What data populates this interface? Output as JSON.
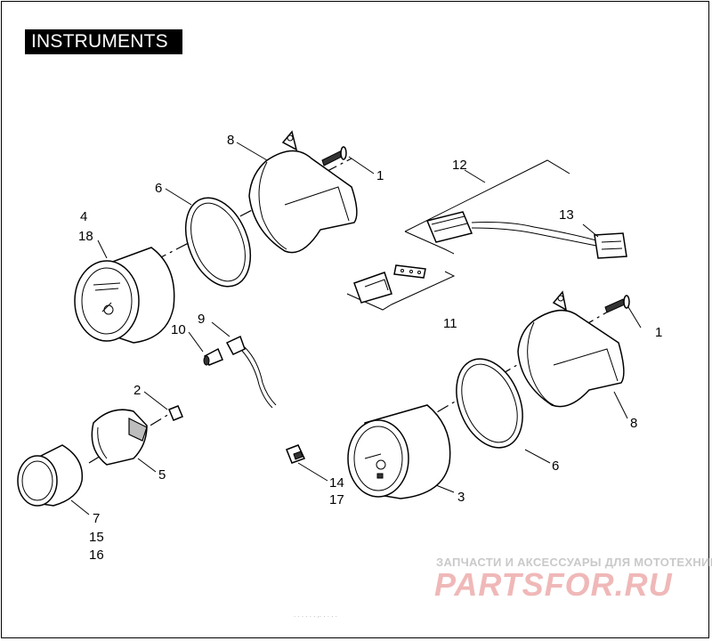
{
  "title": "INSTRUMENTS",
  "callouts": {
    "c1a": "1",
    "c1b": "1",
    "c2": "2",
    "c3": "3",
    "c4": "4",
    "c18": "18",
    "c5": "5",
    "c6a": "6",
    "c6b": "6",
    "c7": "7",
    "c15": "15",
    "c16": "16",
    "c8a": "8",
    "c8b": "8",
    "c9": "9",
    "c10": "10",
    "c11": "11",
    "c12": "12",
    "c13": "13",
    "c14": "14",
    "c17": "17"
  },
  "watermark": {
    "line1": "ЗАПЧАСТИ И АКСЕССУАРЫ ДЛЯ МОТОТЕХНИКИ",
    "line2": "PARTSFOR.RU"
  },
  "footer": ". . . . . . ,. . . . .",
  "colors": {
    "ink": "#000000",
    "watermark_red": "#f0b8b8",
    "watermark_gray": "#c9c9c9"
  }
}
